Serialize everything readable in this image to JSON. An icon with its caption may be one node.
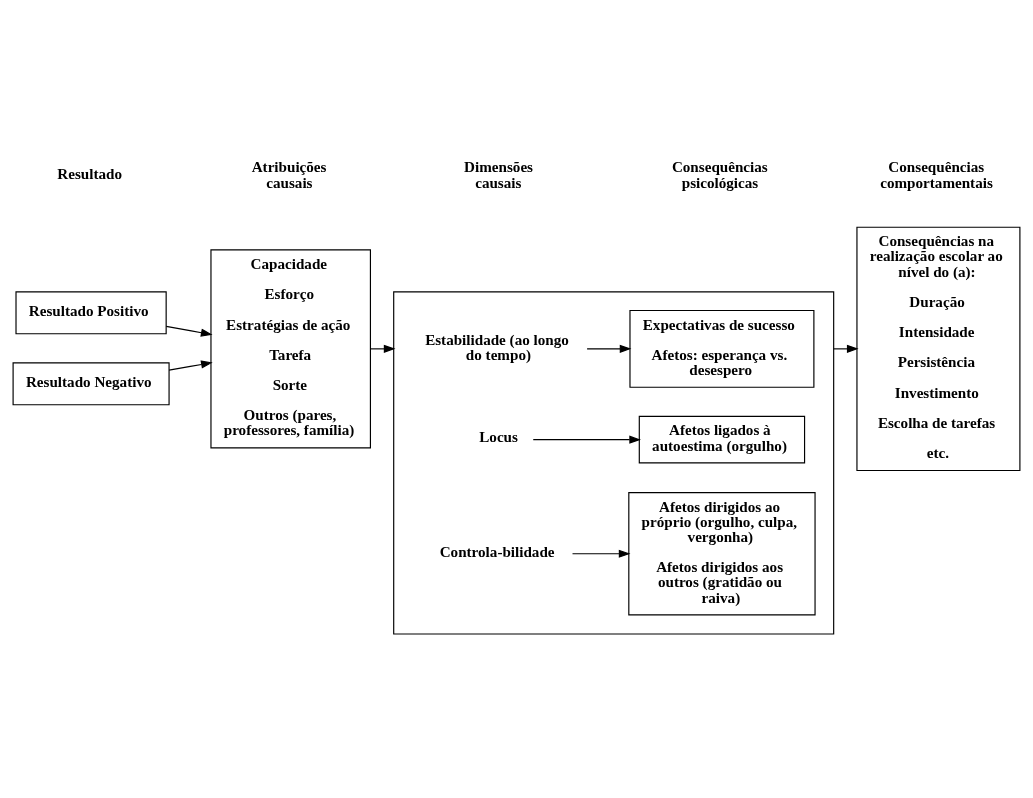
{
  "diagram": {
    "nodes": [
      {
        "text": [
          "Resultado Positivo"
        ]
      },
      {
        "text": [
          "Resultado Negativo"
        ]
      },
      {
        "text": [
          "Capacidade",
          "Esforço",
          "Estratégias de ação",
          "Tarefa",
          "Sorte",
          "Outros (pares, professores, família)"
        ]
      },
      {
        "text": [],
        "shape": "box"
      },
      {
        "text": [
          "Locus"
        ],
        "in": 3
      },
      {
        "text": [
          "Afetos ligados à autoestima (orgulho)"
        ],
        "in": 3
      },
      {
        "text": [
          "Estabilidade (ao longo do tempo)"
        ],
        "in": 3
      },
      {
        "text": [
          "Expectativas de sucesso",
          "Afetos: esperança vs. desespero"
        ],
        "in": 3
      },
      {
        "text": [
          "Controla-bilidade"
        ],
        "in": 3
      },
      {
        "text": [
          "Afetos dirigidos ao próprio (orgulho, culpa, vergonha)",
          "Afetos dirigidos aos outros (gratidão ou raiva)"
        ],
        "in": 3
      },
      {
        "text": [
          "Consequências na realização escolar ao nível do (a):",
          "Duração",
          "Intensidade",
          "Persistência",
          "Investimento",
          "Escolha de tarefas",
          "etc."
        ]
      }
    ],
    "edges": [
      {
        "from": 0,
        "to": 2,
        "arrow": "to"
      },
      {
        "from": 1,
        "to": 2,
        "arrow": "to"
      },
      {
        "from": 2,
        "to": 3,
        "arrow": "to"
      },
      {
        "from": 4,
        "to": 5,
        "arrow": "to"
      },
      {
        "from": 6,
        "to": 7,
        "arrow": "to"
      },
      {
        "from": 8,
        "to": 9,
        "arrow": "to"
      },
      {
        "from": 3,
        "to": 10,
        "arrow": "to"
      }
    ],
    "labels": [
      "Resultado",
      "Atribuições causais",
      "Dimensões causais",
      "Consequências psicológicas",
      "Consequências comportamentais"
    ]
  }
}
